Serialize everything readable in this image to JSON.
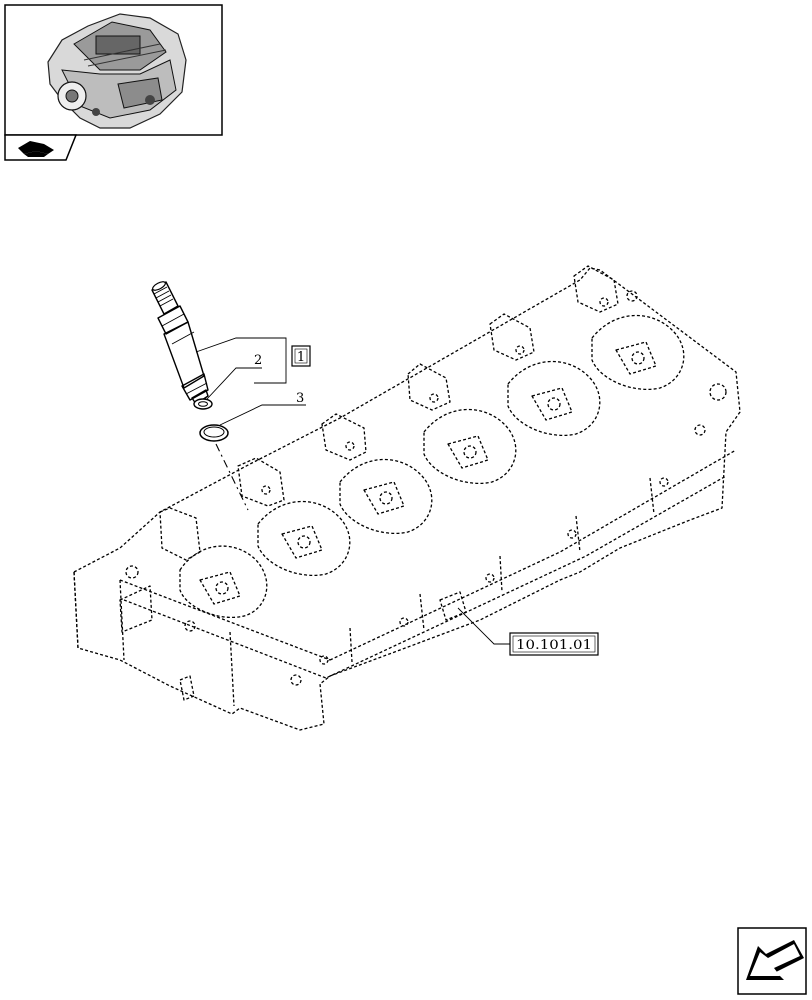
{
  "callouts": {
    "item_1": "1",
    "item_2": "2",
    "item_3": "3",
    "reference": "10.101.01"
  },
  "icons": {
    "thumbnail": "engine-thumbnail-icon",
    "section": "tractor-section-icon",
    "navigation": "next-page-arrow-icon"
  }
}
